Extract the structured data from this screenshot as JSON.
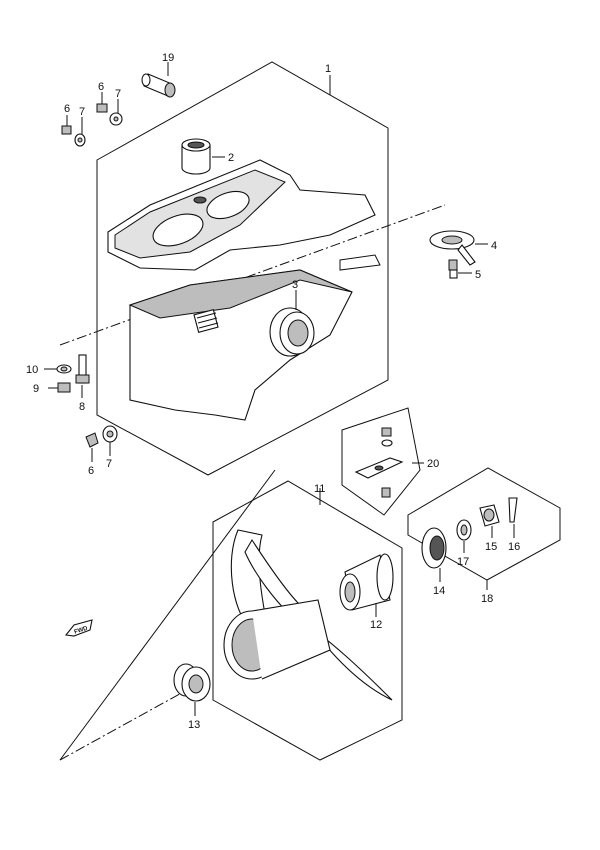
{
  "diagram": {
    "callouts": {
      "p1": "1",
      "p2": "2",
      "p3": "3",
      "p4": "4",
      "p5": "5",
      "p6a": "6",
      "p7a": "7",
      "p6b": "6",
      "p7b": "7",
      "p6c": "6",
      "p7c": "7",
      "p8": "8",
      "p9": "9",
      "p10": "10",
      "p11": "11",
      "p12": "12",
      "p13": "13",
      "p14": "14",
      "p15": "15",
      "p16": "16",
      "p17": "17",
      "p18": "18",
      "p19": "19",
      "p20": "20"
    },
    "fwd_mark": "FWD"
  }
}
